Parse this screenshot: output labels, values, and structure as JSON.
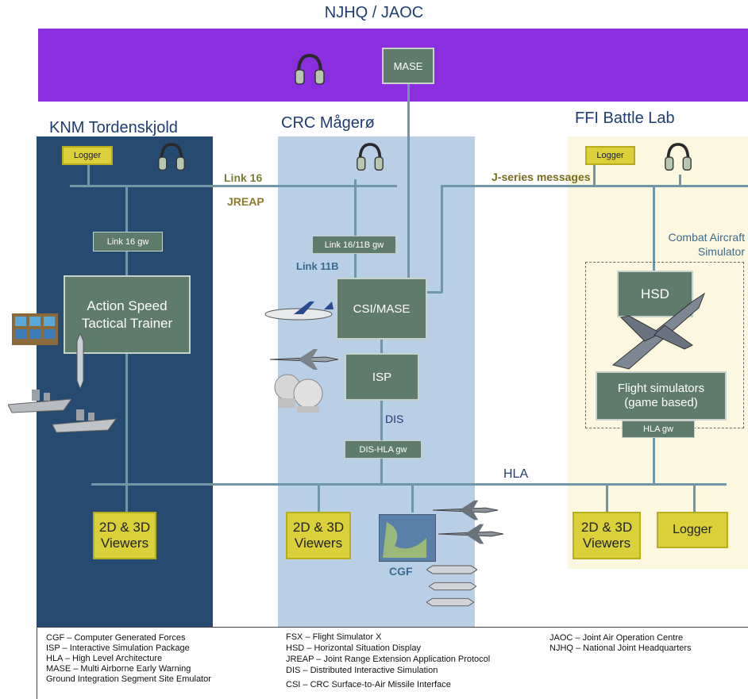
{
  "header": {
    "title": "NJHQ / JAOC",
    "mase": "MASE"
  },
  "columns": {
    "left": {
      "title": "KNM Tordenskjold",
      "logger": "Logger",
      "gateway": "Link 16 gw",
      "trainer": "Action Speed Tactical Trainer",
      "viewers": "2D & 3D Viewers"
    },
    "center": {
      "title": "CRC Mågerø",
      "gateway": "Link 16/11B gw",
      "link11b": "Link 11B",
      "csi": "CSI/MASE",
      "isp": "ISP",
      "dis": "DIS",
      "dis_hla": "DIS-HLA gw",
      "viewers": "2D & 3D Viewers",
      "cgf": "CGF"
    },
    "right": {
      "title": "FFI Battle Lab",
      "logger_top": "Logger",
      "simulator_label": "Combat Aircraft Simulator",
      "hsd": "HSD",
      "flight": "Flight simulators (game based)",
      "hla_gw": "HLA gw",
      "viewers": "2D & 3D Viewers",
      "logger_bottom": "Logger"
    }
  },
  "links": {
    "link16": "Link 16",
    "jreap": "JREAP",
    "jseries": "J-series messages",
    "hla": "HLA"
  },
  "legend": {
    "col1": [
      "CGF – Computer Generated Forces",
      "ISP – Interactive Simulation Package",
      "HLA – High Level Architecture",
      "MASE – Multi Airborne Early Warning",
      "Ground Integration Segment Site Emulator"
    ],
    "col2": [
      "FSX – Flight Simulator X",
      "HSD – Horizontal Situation Display",
      "JREAP – Joint Range Extension Application Protocol",
      "DIS – Distributed Interactive Simulation",
      "CSI – CRC Surface-to-Air Missile  Interface"
    ],
    "col3": [
      "JAOC – Joint Air Operation Centre",
      "NJHQ – National Joint Headquarters"
    ]
  },
  "colors": {
    "purple_band": "#8b2ee0",
    "left_panel": "#264a70",
    "center_panel": "#b9cfe6",
    "right_panel": "#fbf8df",
    "node_green": "#5f7b6c",
    "viewer_yellow": "#d9d03a",
    "wire": "#6f97a8"
  },
  "icons": [
    "headset-icon",
    "aircraft-icon",
    "fighter-jet-icon",
    "ship-icon",
    "missile-icon",
    "radar-dome-icon",
    "map-thumbnail-icon",
    "console-icon"
  ]
}
